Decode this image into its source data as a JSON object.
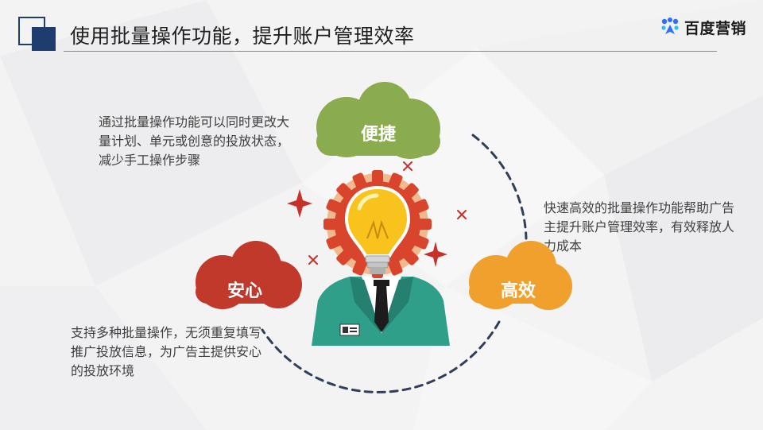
{
  "header": {
    "title": "使用批量操作功能，提升账户管理效率",
    "logo_text": "百度营销"
  },
  "benefits": {
    "convenient": {
      "label": "便捷",
      "description": "通过批量操作功能可以同时更改大量计划、单元或创意的投放状态，减少手工操作步骤"
    },
    "efficient": {
      "label": "高效",
      "description": "快速高效的批量操作功能帮助广告主提升账户管理效率，有效释放人力成本"
    },
    "safe": {
      "label": "安心",
      "description": "支持多种批量操作，无须重复填写推广投放信息，为广告主提供安心的投放环境"
    }
  },
  "colors": {
    "title_square": "#1f3c6e",
    "cloud_convenient": "#8bab4f",
    "cloud_safe": "#c0392b",
    "cloud_efficient": "#f0a02c",
    "dashed_ring": "#2f3f5a",
    "suit": "#2f9f8a",
    "bulb": "#f7c31c",
    "gear": "#d9452c"
  },
  "icons": [
    "baidu-paw-icon",
    "lightbulb-icon",
    "gear-icon",
    "sparkle-icon",
    "badge-icon"
  ]
}
